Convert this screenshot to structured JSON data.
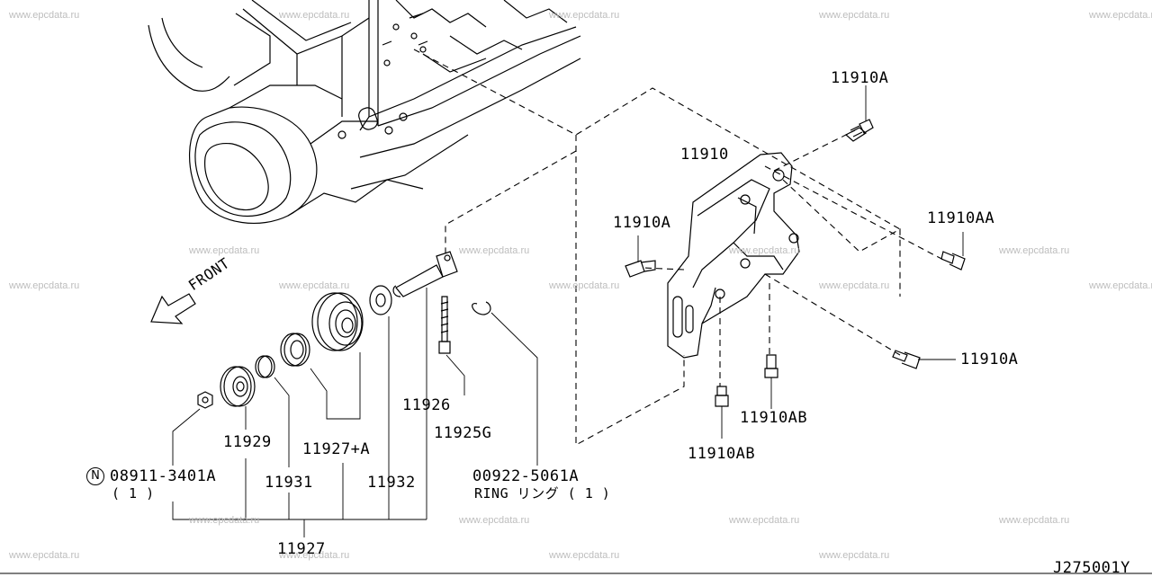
{
  "watermark": "www.epcdata.ru",
  "diagram_id": "J275001Y",
  "front_label": "FRONT",
  "notes": {
    "n_symbol": "N",
    "qty_1": "( 1 )",
    "ring_line": "RING リング ( 1 )"
  },
  "parts": {
    "p_11910A_top": "11910A",
    "p_11910": "11910",
    "p_11910A_left": "11910A",
    "p_11910AA": "11910AA",
    "p_11910A_right": "11910A",
    "p_11910AB_r": "11910AB",
    "p_11910AB_b": "11910AB",
    "p_11926": "11926",
    "p_11925G": "11925G",
    "p_11929": "11929",
    "p_11927A": "11927+A",
    "p_11931": "11931",
    "p_11932": "11932",
    "p_08911": "08911-3401A",
    "p_00922": "00922-5061A",
    "p_11927": "11927"
  }
}
